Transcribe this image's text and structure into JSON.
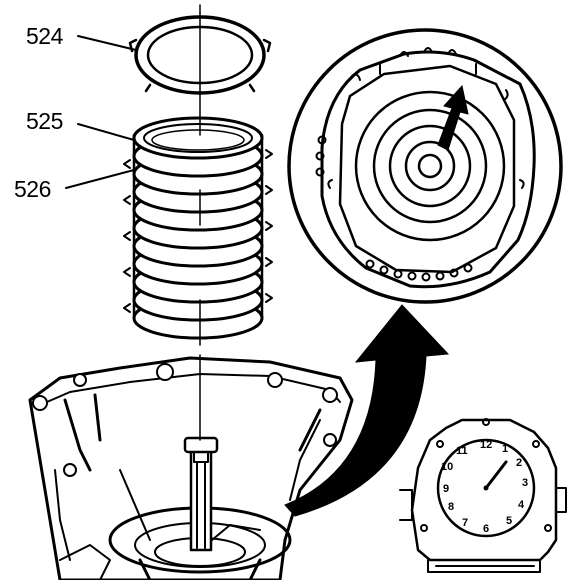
{
  "callouts": [
    {
      "id": "524",
      "label": "524"
    },
    {
      "id": "525",
      "label": "525"
    },
    {
      "id": "526",
      "label": "526"
    }
  ],
  "clock_face": {
    "numbers": [
      "12",
      "1",
      "2",
      "3",
      "4",
      "5",
      "6",
      "7",
      "8",
      "9",
      "10",
      "11"
    ]
  },
  "colors": {
    "ink": "#000000",
    "paper": "#ffffff"
  }
}
